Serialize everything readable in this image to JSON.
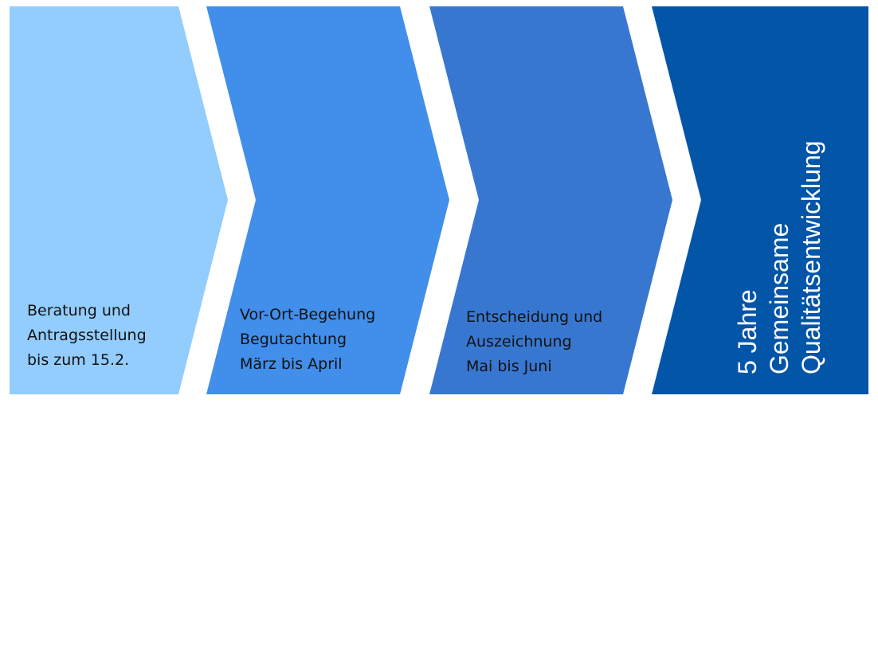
{
  "colors": {
    "step1": "#93CDFD",
    "step2": "#418EEB",
    "step3": "#3877D0",
    "step4": "#0355A8"
  },
  "steps": [
    {
      "lines": [
        "Beratung und",
        "Antragsstellung",
        "bis zum 15.2."
      ]
    },
    {
      "lines": [
        "Vor-Ort-Begehung",
        "Begutachtung",
        "März bis April"
      ]
    },
    {
      "lines": [
        "Entscheidung und",
        "Auszeichnung",
        "Mai bis Juni"
      ]
    },
    {
      "lines": [
        "5 Jahre",
        "Gemeinsame",
        "Qualitätsentwicklung"
      ]
    }
  ]
}
